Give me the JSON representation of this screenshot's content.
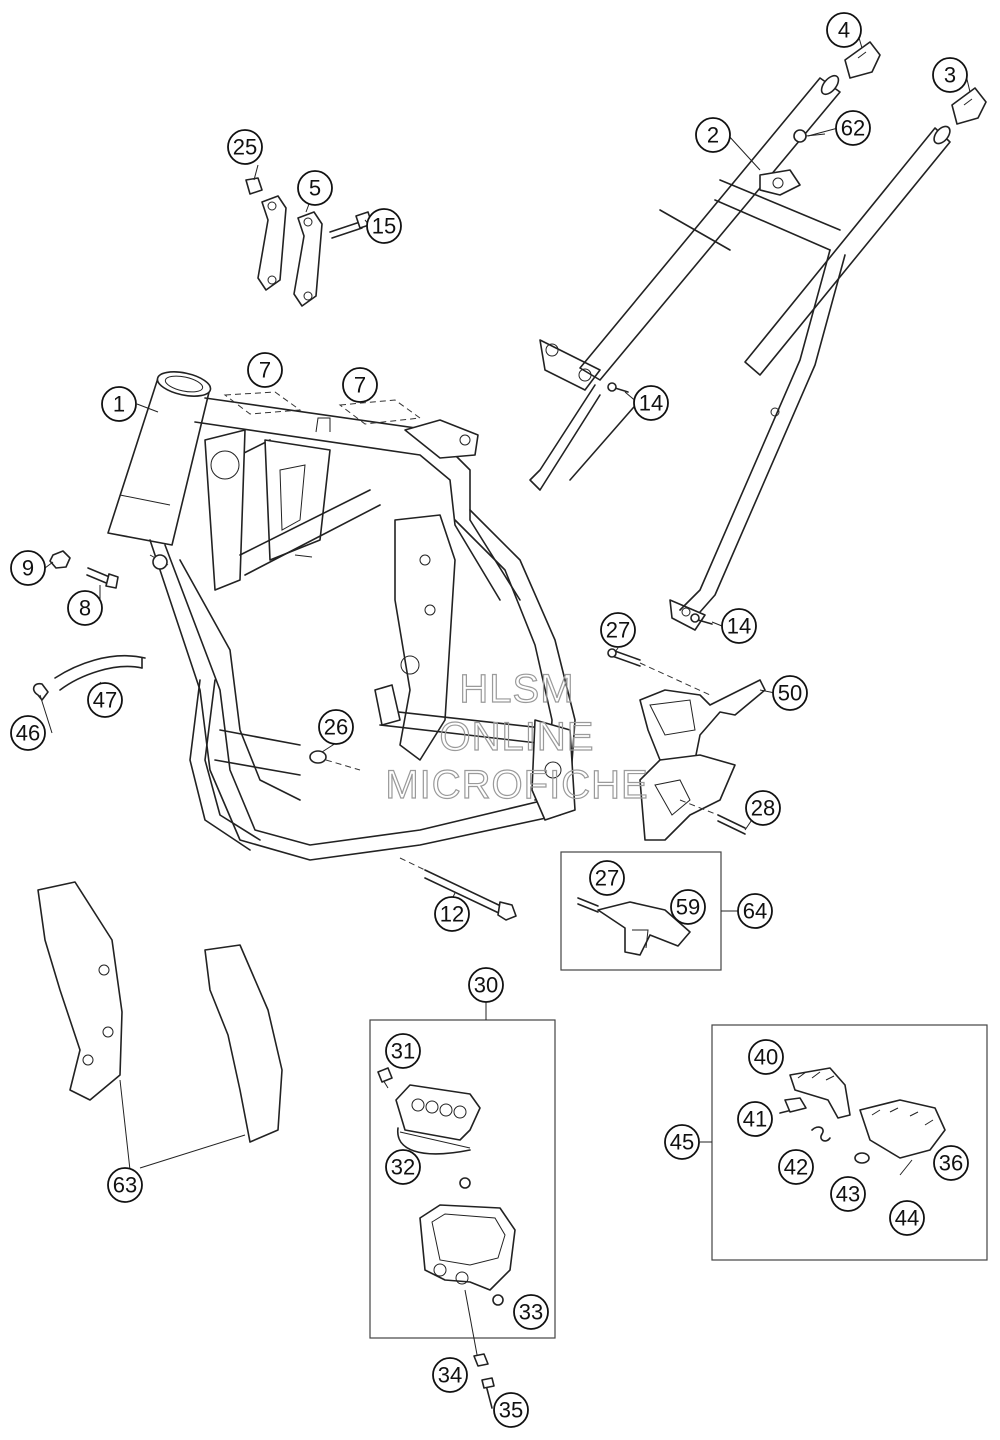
{
  "watermark": {
    "line1": "HLSM",
    "line2": "ONLINE",
    "line3": "MICROFICHE"
  },
  "callouts": [
    {
      "id": "c1",
      "label": "1"
    },
    {
      "id": "c2",
      "label": "2"
    },
    {
      "id": "c3",
      "label": "3"
    },
    {
      "id": "c4",
      "label": "4"
    },
    {
      "id": "c5",
      "label": "5"
    },
    {
      "id": "c7a",
      "label": "7"
    },
    {
      "id": "c7b",
      "label": "7"
    },
    {
      "id": "c8",
      "label": "8"
    },
    {
      "id": "c9",
      "label": "9"
    },
    {
      "id": "c12",
      "label": "12"
    },
    {
      "id": "c14a",
      "label": "14"
    },
    {
      "id": "c14b",
      "label": "14"
    },
    {
      "id": "c15",
      "label": "15"
    },
    {
      "id": "c25",
      "label": "25"
    },
    {
      "id": "c26",
      "label": "26"
    },
    {
      "id": "c27a",
      "label": "27"
    },
    {
      "id": "c27b",
      "label": "27"
    },
    {
      "id": "c28",
      "label": "28"
    },
    {
      "id": "c30",
      "label": "30"
    },
    {
      "id": "c31",
      "label": "31"
    },
    {
      "id": "c32",
      "label": "32"
    },
    {
      "id": "c33",
      "label": "33"
    },
    {
      "id": "c34",
      "label": "34"
    },
    {
      "id": "c35",
      "label": "35"
    },
    {
      "id": "c36",
      "label": "36"
    },
    {
      "id": "c40",
      "label": "40"
    },
    {
      "id": "c41",
      "label": "41"
    },
    {
      "id": "c42",
      "label": "42"
    },
    {
      "id": "c43",
      "label": "43"
    },
    {
      "id": "c44",
      "label": "44"
    },
    {
      "id": "c45",
      "label": "45"
    },
    {
      "id": "c46",
      "label": "46"
    },
    {
      "id": "c47",
      "label": "47"
    },
    {
      "id": "c50",
      "label": "50"
    },
    {
      "id": "c59",
      "label": "59"
    },
    {
      "id": "c62",
      "label": "62"
    },
    {
      "id": "c63",
      "label": "63"
    },
    {
      "id": "c64",
      "label": "64"
    }
  ]
}
